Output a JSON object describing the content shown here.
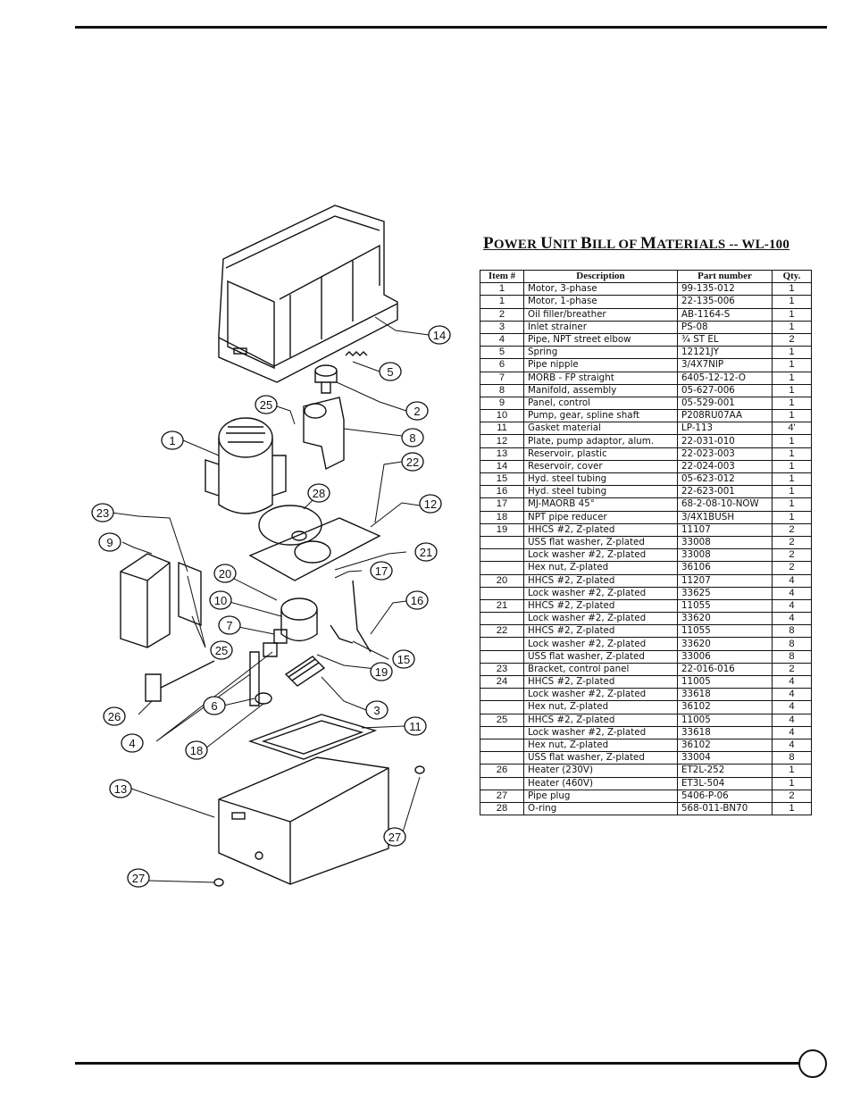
{
  "bom": {
    "title_parts": [
      {
        "lead": "P",
        "rest": "OWER "
      },
      {
        "lead": "U",
        "rest": "NIT "
      },
      {
        "lead": "B",
        "rest": "ILL OF "
      },
      {
        "lead": "M",
        "rest": "ATERIALS -- WL-100"
      }
    ],
    "headers": [
      "Item #",
      "Description",
      "Part number",
      "Qty."
    ],
    "rows": [
      [
        "1",
        "Motor, 3-phase",
        "99-135-012",
        "1"
      ],
      [
        "1",
        "Motor, 1-phase",
        "22-135-006",
        "1"
      ],
      [
        "2",
        "Oil filler/breather",
        "AB-1164-S",
        "1"
      ],
      [
        "3",
        "Inlet strainer",
        "PS-08",
        "1"
      ],
      [
        "4",
        "Pipe, NPT street elbow",
        "¾ ST EL",
        "2"
      ],
      [
        "5",
        "Spring",
        "12121JY",
        "1"
      ],
      [
        "6",
        "Pipe nipple",
        "3/4X7NIP",
        "1"
      ],
      [
        "7",
        "MORB - FP straight",
        "6405-12-12-O",
        "1"
      ],
      [
        "8",
        "Manifold, assembly",
        "05-627-006",
        "1"
      ],
      [
        "9",
        "Panel, control",
        "05-529-001",
        "1"
      ],
      [
        "10",
        "Pump, gear, spline shaft",
        "P208RU07AA",
        "1"
      ],
      [
        "11",
        "Gasket material",
        "LP-113",
        "4'"
      ],
      [
        "12",
        "Plate, pump adaptor, alum.",
        "22-031-010",
        "1"
      ],
      [
        "13",
        "Reservoir, plastic",
        "22-023-003",
        "1"
      ],
      [
        "14",
        "Reservoir, cover",
        "22-024-003",
        "1"
      ],
      [
        "15",
        "Hyd. steel tubing",
        "05-623-012",
        "1"
      ],
      [
        "16",
        "Hyd. steel tubing",
        "22-623-001",
        "1"
      ],
      [
        "17",
        "MJ-MAORB 45°",
        "68-2-08-10-NOW",
        "1"
      ],
      [
        "18",
        "NPT pipe reducer",
        "3/4X1BUSH",
        "1"
      ],
      [
        "19",
        "HHCS #2, Z-plated",
        "11107",
        "2"
      ],
      [
        "",
        "USS flat washer, Z-plated",
        "33008",
        "2"
      ],
      [
        "",
        "Lock washer #2, Z-plated",
        "33008",
        "2"
      ],
      [
        "",
        "Hex nut, Z-plated",
        "36106",
        "2"
      ],
      [
        "20",
        "HHCS #2, Z-plated",
        "11207",
        "4"
      ],
      [
        "",
        "Lock washer #2, Z-plated",
        "33625",
        "4"
      ],
      [
        "21",
        "HHCS #2, Z-plated",
        "11055",
        "4"
      ],
      [
        "",
        "Lock washer #2, Z-plated",
        "33620",
        "4"
      ],
      [
        "22",
        "HHCS #2, Z-plated",
        "11055",
        "8"
      ],
      [
        "",
        "Lock washer #2, Z-plated",
        "33620",
        "8"
      ],
      [
        "",
        "USS flat washer, Z-plated",
        "33006",
        "8"
      ],
      [
        "23",
        "Bracket, control panel",
        "22-016-016",
        "2"
      ],
      [
        "24",
        "HHCS #2, Z-plated",
        "11005",
        "4"
      ],
      [
        "",
        "Lock washer #2, Z-plated",
        "33618",
        "4"
      ],
      [
        "",
        "Hex nut, Z-plated",
        "36102",
        "4"
      ],
      [
        "25",
        "HHCS #2, Z-plated",
        "11005",
        "4"
      ],
      [
        "",
        "Lock washer #2, Z-plated",
        "33618",
        "4"
      ],
      [
        "",
        "Hex nut, Z-plated",
        "36102",
        "4"
      ],
      [
        "",
        "USS flat washer, Z-plated",
        "33004",
        "8"
      ],
      [
        "26",
        "Heater (230V)",
        "ET2L-252",
        "1"
      ],
      [
        "",
        "Heater (460V)",
        "ET3L-504",
        "1"
      ],
      [
        "27",
        "Pipe plug",
        "5406-P-06",
        "2"
      ],
      [
        "28",
        "O-ring",
        "568-011-BN70",
        "1"
      ]
    ]
  },
  "diagram": {
    "callouts": [
      "14",
      "5",
      "2",
      "25",
      "8",
      "1",
      "22",
      "28",
      "12",
      "23",
      "9",
      "21",
      "17",
      "20",
      "16",
      "10",
      "7",
      "15",
      "19",
      "26",
      "6",
      "3",
      "4",
      "18",
      "11",
      "13",
      "27",
      "27",
      "25"
    ]
  }
}
